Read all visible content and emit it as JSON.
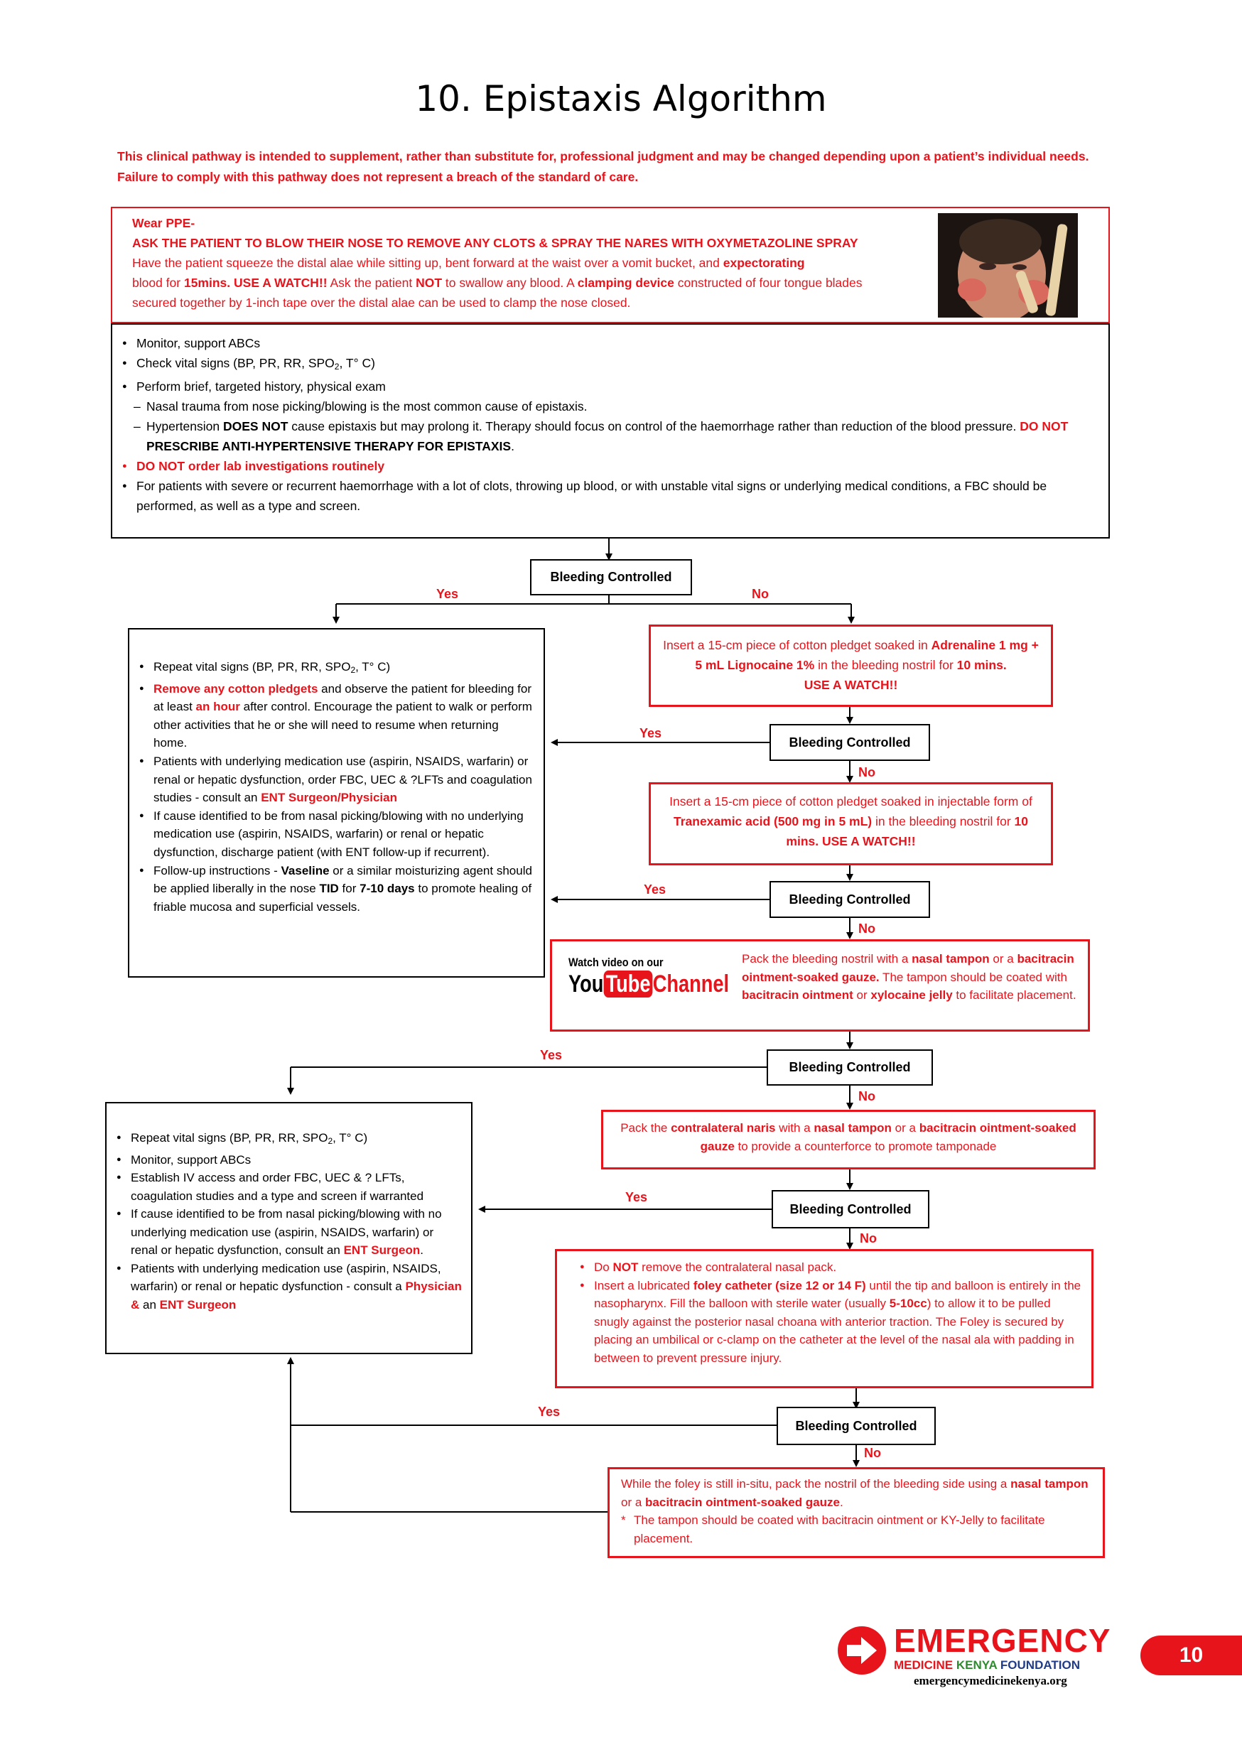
{
  "page": {
    "title": "10.  Epistaxis Algorithm",
    "disclaimer": "This clinical pathway is intended to supplement, rather than substitute for, professional judgment and may be changed depending upon a patient’s individual needs. Failure to comply with this pathway does not represent a breach of the standard of care.",
    "page_number": "10"
  },
  "top_box": {
    "wear_ppe": "Wear PPE-",
    "blow_nose": "ASK THE PATIENT TO BLOW THEIR NOSE TO REMOVE ANY CLOTS & SPRAY THE NARES WITH OXYMETAZOLINE SPRAY",
    "line1_a": "Have the patient squeeze the distal alae while sitting up, bent forward at the waist over a vomit bucket, and ",
    "line1_b": "expectorating",
    "line2_a": "blood for ",
    "line2_b": "15mins. USE A WATCH!!",
    "line2_c": " Ask the patient ",
    "line2_d": "NOT",
    "line2_e": " to swallow any blood. A ",
    "line2_f": "clamping device",
    "line2_g": " constructed of four tongue blades",
    "line3": "secured together by 1-inch tape over the distal alae can be used to clamp the nose closed."
  },
  "assessment": {
    "b1": "Monitor, support ABCs",
    "b2_a": "Check vital signs (BP, PR, RR, SPO",
    "b2_sub": "2",
    "b2_b": ", T° C)",
    "b3": "Perform brief, targeted history, physical exam",
    "d1": "Nasal trauma from nose picking/blowing is the most common cause of epistaxis.",
    "d2_a": "Hypertension ",
    "d2_b": "DOES NOT",
    "d2_c": " cause epistaxis but may prolong it. Therapy should focus on control of the haemorrhage rather than reduction of the blood pressure. ",
    "d2_d": "DO NOT",
    "d2_e": " ",
    "d2_f": "PRESCRIBE ANTI-HYPERTENSIVE THERAPY FOR EPISTAXIS",
    "d2_g": ".",
    "b4": "DO NOT order lab investigations routinely",
    "b5": "For patients with severe or recurrent haemorrhage with a lot of clots, throwing up blood, or with unstable vital signs or underlying medical conditions, a FBC should be performed, as well as a type and screen."
  },
  "labels": {
    "bleeding_controlled": "Bleeding Controlled",
    "yes": "Yes",
    "no": "No"
  },
  "step1": {
    "a": "Insert a 15-cm piece of cotton pledget soaked in ",
    "b": "Adrenaline 1 mg + 5 mL Lignocaine 1%",
    "c": " in the bleeding nostril for ",
    "d": "10 mins.",
    "e": "USE A WATCH!!"
  },
  "step2": {
    "a": "Insert a 15-cm piece of cotton pledget soaked in injectable form of ",
    "b": "Tranexamic acid (500 mg in 5 mL)",
    "c": " in the bleeding nostril for ",
    "d": "10 mins. USE A WATCH!!"
  },
  "step3": {
    "a": "Pack the bleeding nostril with a ",
    "b": "nasal tampon",
    "c": " or a ",
    "d": "bacitracin ointment-soaked gauze.",
    "e": " The tampon should be coated with ",
    "f": "bacitracin ointment",
    "g": " or ",
    "h": "xylocaine jelly",
    "i": " to facilitate placement."
  },
  "youtube": {
    "watch": "Watch video on our",
    "you": "You",
    "tube": "Tube",
    "channel": "Channel"
  },
  "step4": {
    "a": "Pack the ",
    "b": "contralateral naris",
    "c": " with a ",
    "d": "nasal tampon",
    "e": " or a ",
    "f": "bacitracin ointment-soaked gauze",
    "g": " to provide a counterforce to promote tamponade"
  },
  "step5": {
    "b1_a": "Do ",
    "b1_b": "NOT",
    "b1_c": " remove the contralateral nasal pack.",
    "b2_a": "Insert a lubricated ",
    "b2_b": "foley catheter (size 12 or 14 F)",
    "b2_c": " until the tip and balloon is entirely in the nasopharynx. Fill the balloon with sterile water (usually ",
    "b2_d": "5-10cc",
    "b2_e": ") to allow it to be pulled snugly against the posterior nasal choana with anterior traction. The Foley is secured by placing an umbilical or c-clamp on the catheter at the level of the nasal ala with padding in between to prevent pressure injury."
  },
  "step6": {
    "a": "While the foley is still in-situ, pack the nostril of the bleeding side using a ",
    "b": "nasal tampon",
    "c": " or a ",
    "d": "bacitracin ointment-soaked gauze",
    "e": ".",
    "f": "The tampon should be coated with bacitracin ointment or KY-Jelly to facilitate placement."
  },
  "controlled1": {
    "b1_a": "Repeat vital signs (BP, PR, RR, SPO",
    "b1_sub": "2",
    "b1_b": ", T° C)",
    "b2_a": "Remove any cotton pledgets",
    "b2_b": " and observe the patient for bleeding for at least ",
    "b2_c": "an hour",
    "b2_d": " after control. Encourage the patient to walk or perform other activities that he or she will need to resume when returning home.",
    "b3_a": "Patients with underlying medication use (aspirin, NSAIDS, warfarin) or renal or hepatic dysfunction, order FBC, UEC & ?LFTs and coagulation studies - consult an ",
    "b3_b": "ENT Surgeon/Physician",
    "b4": "If cause identified to be from nasal picking/blowing with no underlying medication use (aspirin, NSAIDS, warfarin) or renal or hepatic dysfunction, discharge patient (with ENT follow-up if recurrent).",
    "b5_a": "Follow-up instructions - ",
    "b5_b": "Vaseline",
    "b5_c": " or a similar moisturizing agent should be applied liberally in the nose ",
    "b5_d": "TID",
    "b5_e": " for ",
    "b5_f": "7-10 days",
    "b5_g": " to promote healing of friable mucosa and superficial vessels."
  },
  "controlled2": {
    "b1_a": "Repeat vital signs (BP, PR, RR, SPO",
    "b1_sub": "2",
    "b1_b": ", T° C)",
    "b2": "Monitor, support ABCs",
    "b3": "Establish IV access and order FBC, UEC & ? LFTs, coagulation studies and a type and screen if warranted",
    "b4_a": "If cause identified to be from nasal picking/blowing with no underlying medication use (aspirin, NSAIDS, warfarin) or renal or hepatic dysfunction, consult an ",
    "b4_b": "ENT Surgeon",
    "b4_c": ".",
    "b5_a": "Patients with underlying medication use (aspirin, NSAIDS, warfarin) or renal or hepatic dysfunction - consult a ",
    "b5_b": "Physician &",
    "b5_c": " an ",
    "b5_d": "ENT Surgeon"
  },
  "logo": {
    "emergency": "EMERGENCY",
    "medicine": "MEDICINE",
    "kenya": "KENYA",
    "foundation": "FOUNDATION",
    "url": "emergencymedicinekenya.org"
  },
  "colors": {
    "accent": "#e8141c",
    "kenya_green": "#2e8b2e",
    "kenya_blue": "#1f3c88"
  }
}
